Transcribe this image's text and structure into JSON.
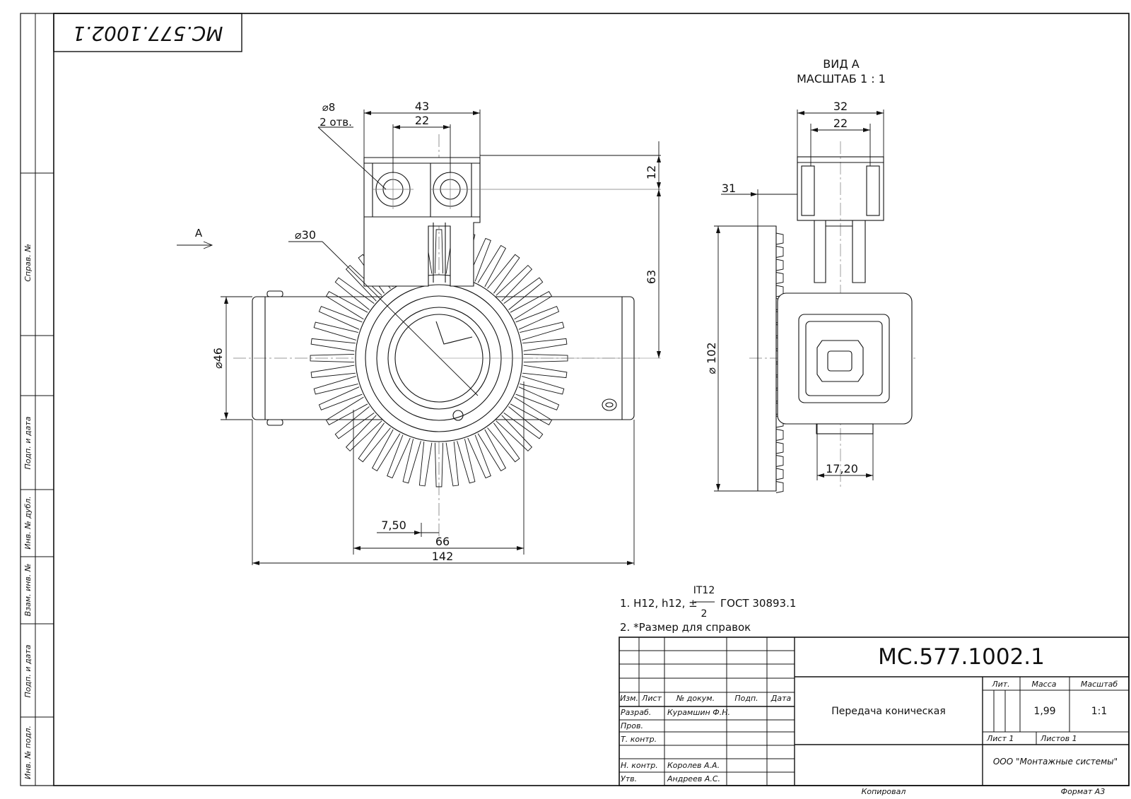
{
  "stamp_top": "МС.577.1002.1",
  "view_a": {
    "title": "ВИД А",
    "scale": "МАСШТАБ 1 : 1",
    "arrow_label": "А"
  },
  "dims_front": {
    "hole_dia": "⌀8",
    "hole_count": "2 отв.",
    "w43": "43",
    "w22": "22",
    "d30": "⌀30",
    "h12": "12",
    "h63": "63",
    "d46": "⌀46",
    "w7_50": "7,50",
    "w66": "66",
    "w142": "142"
  },
  "dims_side": {
    "w32": "32",
    "w22": "22",
    "w31": "31",
    "d102": "⌀ 102",
    "w17_20": "17,20"
  },
  "notes": {
    "n1_prefix": "1.   H12, h12, ±",
    "n1_num": "IT12",
    "n1_den": "2",
    "n1_suffix": "ГОСТ 30893.1",
    "n2": "2.  *Размер для справок"
  },
  "left_strip": [
    "Справ. №",
    "Подп. и дата",
    "Инв. № дубл.",
    "Взам. инв. №",
    "Подп. и дата",
    "Инв. № подл."
  ],
  "title_block": {
    "designation": "МС.577.1002.1",
    "name": "Передача коническая",
    "headers": [
      "Изм.",
      "Лист",
      "№ докум.",
      "Подп.",
      "Дата"
    ],
    "rows": [
      {
        "role": "Разраб.",
        "person": "Курамшин Ф.Н."
      },
      {
        "role": "Пров.",
        "person": ""
      },
      {
        "role": "Т. контр.",
        "person": ""
      },
      {
        "role": "Н. контр.",
        "person": "Королев А.А."
      },
      {
        "role": "Утв.",
        "person": "Андреев А.С."
      }
    ],
    "lit_label": "Лит.",
    "mass_label": "Масса",
    "scale_label": "Масштаб",
    "mass": "1,99",
    "scale": "1:1",
    "sheet": "Лист 1",
    "sheets": "Листов 1",
    "company": "ООО \"Монтажные системы\""
  },
  "footer": {
    "copied": "Копировал",
    "format": "Формат А3"
  }
}
